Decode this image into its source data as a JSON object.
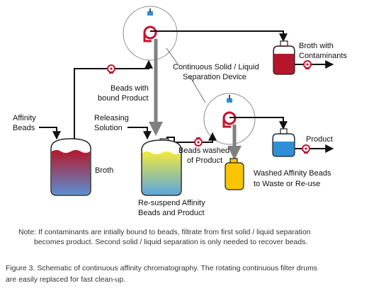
{
  "labels": {
    "affinity_beads": [
      "Affinity",
      "Beads"
    ],
    "broth": "Broth",
    "releasing_solution": [
      "Releasing",
      "Solution"
    ],
    "beads_bound_product": [
      "Beads with",
      "bound Product"
    ],
    "separation_device": [
      "Continuous Solid / Liquid",
      "Separation Device"
    ],
    "broth_contaminants": [
      "Broth with",
      "Contaminants"
    ],
    "beads_washed": [
      "Beads washed",
      "of Product"
    ],
    "product": "Product",
    "washed_beads_waste": [
      "Washed Affinity Beads",
      "to Waste or Re-use"
    ],
    "resuspend": [
      "Re-suspend Affinity",
      "Beads and Product"
    ]
  },
  "note": {
    "line1": "Note: If contaminants are intially bound to beads, filtrate from first solid / liquid separation",
    "line2": "becomes product. Second solid / liquid separation is only needed to recover beads."
  },
  "caption": {
    "line1": "Figure 3. Schematic of continuous affinity chromatography. The rotating continuous filter drums",
    "line2": "are easily replaced for fast clean-up."
  },
  "colors": {
    "pump": "#c8102e",
    "contaminant_broth": "#b5162b",
    "product": "#2f8fd6",
    "waste_beads": "#f7c600",
    "arrow_gray": "#808080"
  },
  "icons": [
    "pump-icon",
    "filter-drum-icon",
    "tank-icon",
    "bottle-icon"
  ]
}
